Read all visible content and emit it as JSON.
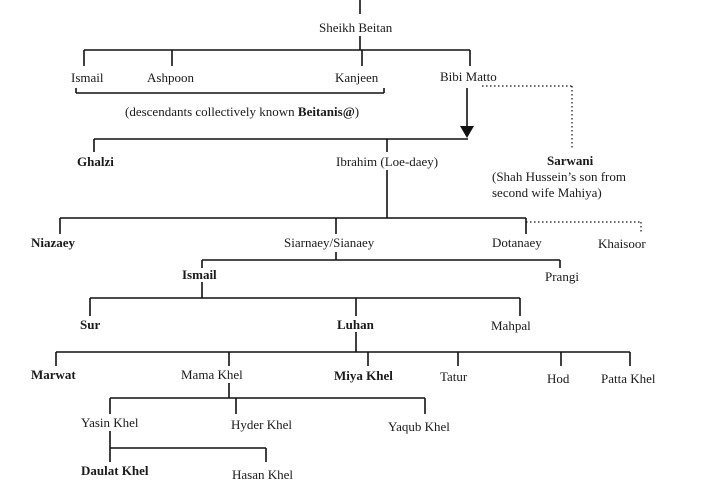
{
  "tree": {
    "root": "Sheikh Beitan",
    "gen1": {
      "ismail": "Ismail",
      "ashpoon": "Ashpoon",
      "kanjeen": "Kanjeen",
      "bibi_matto": "Bibi Matto",
      "note_prefix": "(descendants collectively known ",
      "note_bold": "Beitanis@",
      "note_suffix": ")"
    },
    "gen2": {
      "ghalzi": "Ghalzi",
      "ibrahim": "Ibrahim (Loe-daey)",
      "sarwani": "Sarwani",
      "sarwani_note_line1": "(Shah Hussein’s son from",
      "sarwani_note_line2": "second wife Mahiya)"
    },
    "gen3": {
      "niazaey": "Niazaey",
      "siarnaey": "Siarnaey/Sianaey",
      "dotanaey": "Dotanaey",
      "khaisoor": "Khaisoor"
    },
    "gen4": {
      "ismail": "Ismail",
      "prangi": "Prangi"
    },
    "gen5": {
      "sur": "Sur",
      "luhan": "Luhan",
      "mahpal": "Mahpal"
    },
    "gen6": {
      "marwat": "Marwat",
      "mama_khel": "Mama Khel",
      "miya_khel": "Miya Khel",
      "tatur": "Tatur",
      "hod": "Hod",
      "patta_khel": "Patta Khel"
    },
    "gen7": {
      "yasin_khel": "Yasin Khel",
      "hyder_khel": "Hyder Khel",
      "yaqub_khel": "Yaqub Khel"
    },
    "gen8": {
      "daulat_khel": "Daulat Khel",
      "hasan_khel": "Hasan Khel"
    }
  }
}
